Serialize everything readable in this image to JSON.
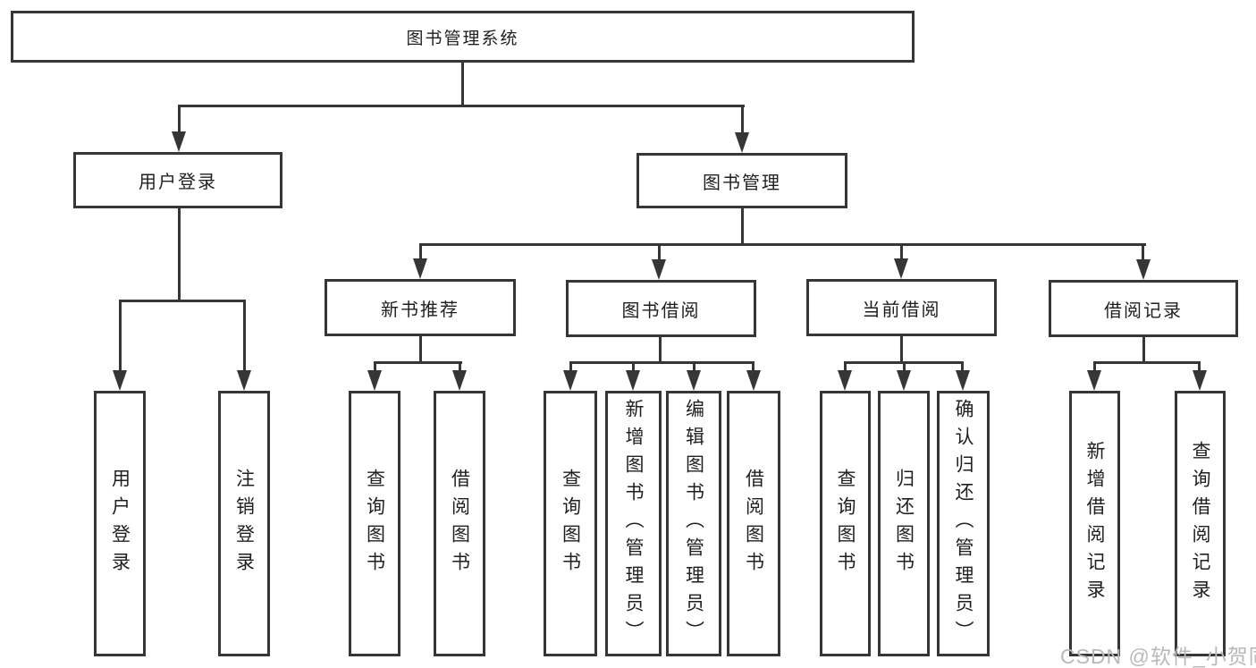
{
  "tree": {
    "root": {
      "label": "图书管理系统"
    },
    "branches": [
      {
        "label": "用户登录",
        "children": [
          {
            "label": "用户登录"
          },
          {
            "label": "注销登录"
          }
        ]
      },
      {
        "label": "图书管理",
        "groups": [
          {
            "label": "新书推荐",
            "children": [
              {
                "label": "查询图书"
              },
              {
                "label": "借阅图书"
              }
            ]
          },
          {
            "label": "图书借阅",
            "children": [
              {
                "label": "查询图书"
              },
              {
                "label": "新增图书（管理员）"
              },
              {
                "label": "编辑图书（管理员）"
              },
              {
                "label": "借阅图书"
              }
            ]
          },
          {
            "label": "当前借阅",
            "children": [
              {
                "label": "查询图书"
              },
              {
                "label": "归还图书"
              },
              {
                "label": "确认归还（管理员）"
              }
            ]
          },
          {
            "label": "借阅记录",
            "children": [
              {
                "label": "新增借阅记录"
              },
              {
                "label": "查询借阅记录"
              }
            ]
          }
        ]
      }
    ]
  },
  "watermark": {
    "text": "CSDN @软件_小贺同学"
  },
  "colors": {
    "line": "#363636",
    "text": "#1f1f1f",
    "watermark": "#b9b9b9",
    "background": "#ffffff"
  }
}
